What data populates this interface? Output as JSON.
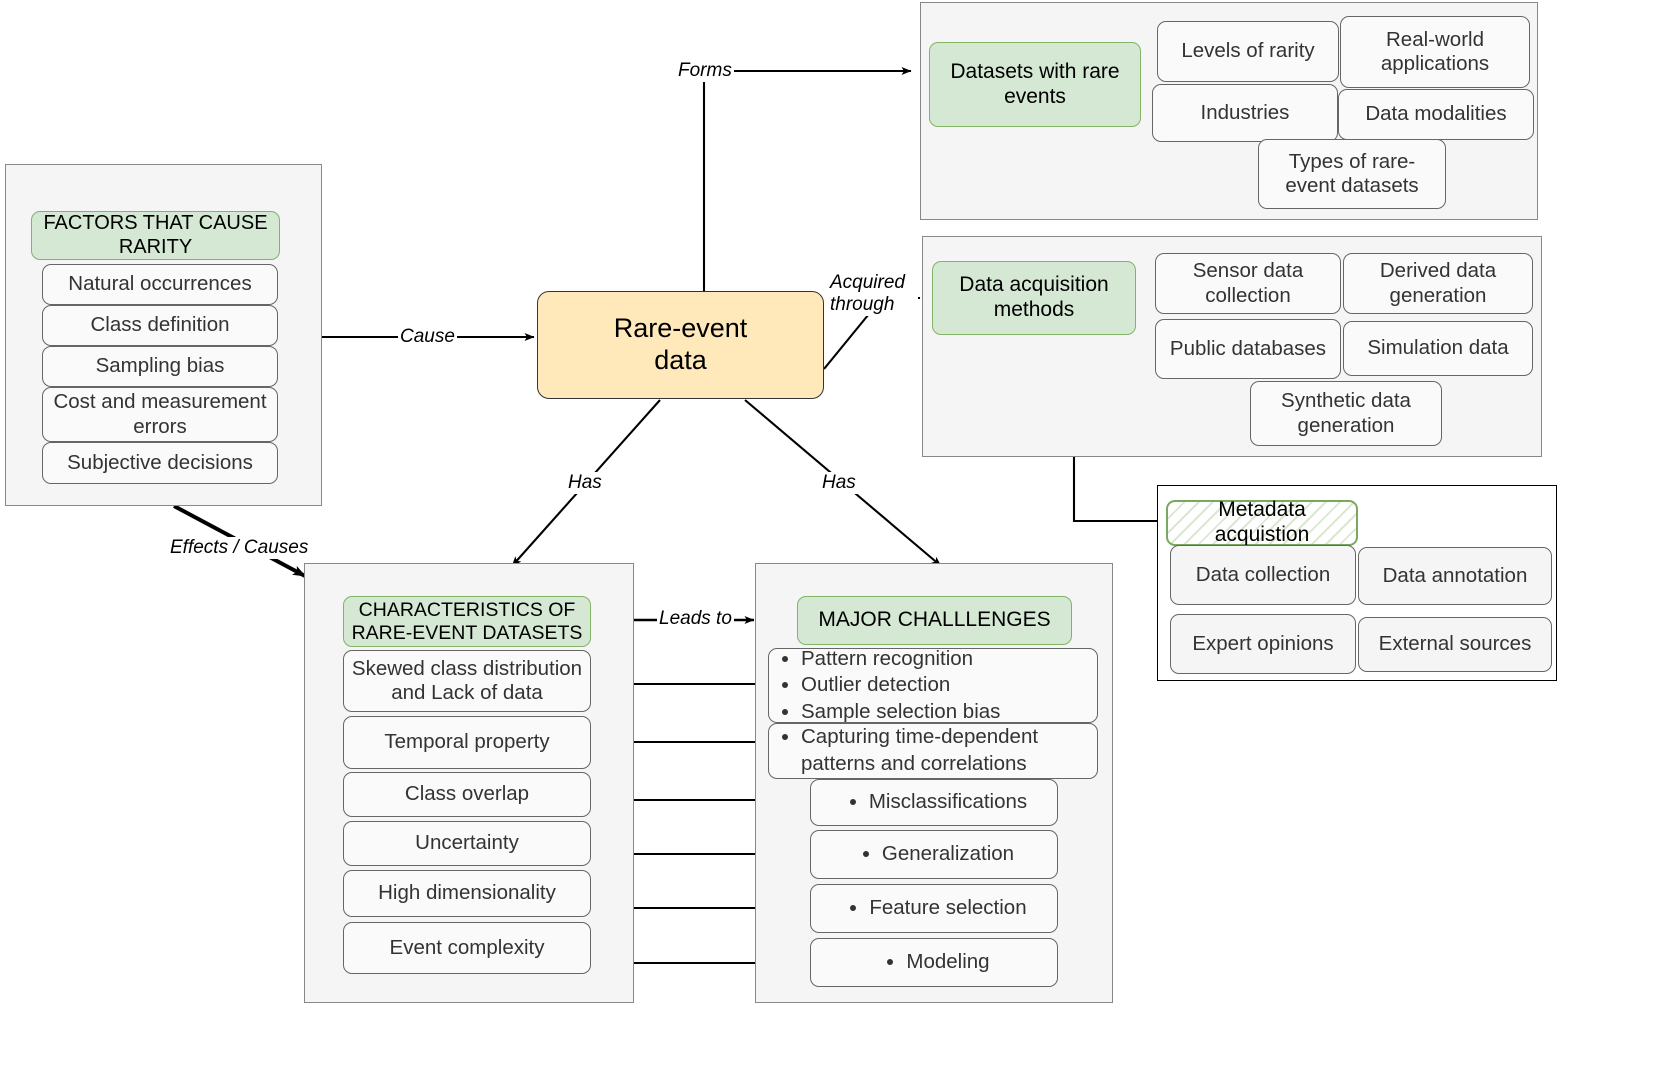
{
  "diagram": {
    "title": "Rare-event data concept map",
    "colors": {
      "green_fill": "#d5e8d4",
      "green_border": "#82b366",
      "amber_fill": "#ffe9ba",
      "panel_fill": "#f5f5f5",
      "box_border": "#666666",
      "edge": "#000000"
    }
  },
  "center": {
    "label": "Rare-event\ndata"
  },
  "factors_panel": {
    "header": "FACTORS THAT CAUSE RARITY",
    "items": [
      "Natural occurrences",
      "Class definition",
      "Sampling bias",
      "Cost and measurement errors",
      "Subjective decisions"
    ]
  },
  "datasets_panel": {
    "header": "Datasets with rare events",
    "items": [
      "Levels of rarity",
      "Real-world applications",
      "Industries",
      "Data modalities",
      "Types of rare-event datasets"
    ]
  },
  "acquisition_panel": {
    "header": "Data acquisition methods",
    "items": [
      "Sensor data collection",
      "Derived data generation",
      "Public databases",
      "Simulation data",
      "Synthetic data generation"
    ]
  },
  "metadata_panel": {
    "header": "Metadata acquistion",
    "items": [
      "Data collection",
      "Data annotation",
      "Expert opinions",
      "External sources"
    ]
  },
  "characteristics_panel": {
    "header": "CHARACTERISTICS OF RARE-EVENT DATASETS",
    "items": [
      "Skewed class distribution and Lack of data",
      "Temporal property",
      "Class overlap",
      "Uncertainty",
      "High dimensionality",
      "Event complexity"
    ]
  },
  "challenges_panel": {
    "header": "MAJOR CHALLLENGES",
    "groups": [
      {
        "bullets": [
          "Pattern recognition",
          "Outlier detection",
          "Sample selection bias"
        ]
      },
      {
        "bullets": [
          "Capturing time-dependent patterns and correlations"
        ]
      },
      {
        "bullets": [
          "Misclassifications"
        ]
      },
      {
        "bullets": [
          "Generalization"
        ]
      },
      {
        "bullets": [
          "Feature selection"
        ]
      },
      {
        "bullets": [
          "Modeling"
        ]
      }
    ]
  },
  "edges": {
    "forms": "Forms",
    "cause": "Cause",
    "acquired_through": "Acquired through",
    "has_left": "Has",
    "has_right": "Has",
    "effects_causes": "Effects / Causes",
    "leads_to": "Leads to"
  }
}
